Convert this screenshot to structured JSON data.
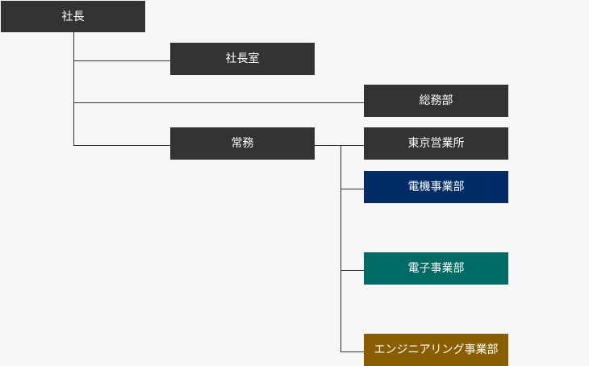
{
  "org": {
    "president": "社長",
    "presidents_office": "社長室",
    "general_affairs": "総務部",
    "managing_director": "常務",
    "tokyo_office": "東京営業所",
    "electric_machinery": "電機事業部",
    "electronics": "電子事業部",
    "engineering": "エンジニアリング事業部"
  },
  "colors": {
    "default_box": "#333333",
    "electric_machinery": "#002b66",
    "electronics": "#006a64",
    "engineering": "#8a5e00",
    "connector": "#333333",
    "background": "#f7f7f7"
  }
}
